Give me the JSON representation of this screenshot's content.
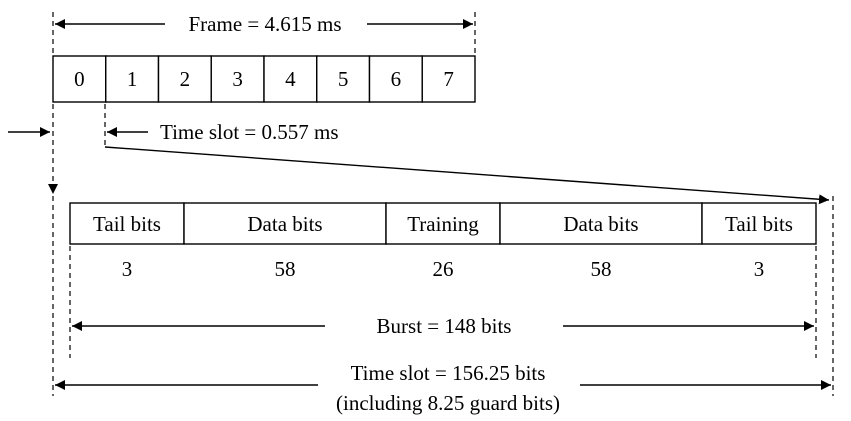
{
  "frame": {
    "label": "Frame = 4.615 ms",
    "slots": [
      "0",
      "1",
      "2",
      "3",
      "4",
      "5",
      "6",
      "7"
    ]
  },
  "time_slot_duration_label": "Time slot = 0.557 ms",
  "burst": {
    "fields": [
      {
        "name": "Tail bits",
        "bits": "3"
      },
      {
        "name": "Data bits",
        "bits": "58"
      },
      {
        "name": "Training",
        "bits": "26"
      },
      {
        "name": "Data bits",
        "bits": "58"
      },
      {
        "name": "Tail bits",
        "bits": "3"
      }
    ],
    "burst_label": "Burst = 148 bits",
    "time_slot_bits_label": "Time slot = 156.25 bits",
    "guard_note": "(including 8.25 guard bits)"
  }
}
